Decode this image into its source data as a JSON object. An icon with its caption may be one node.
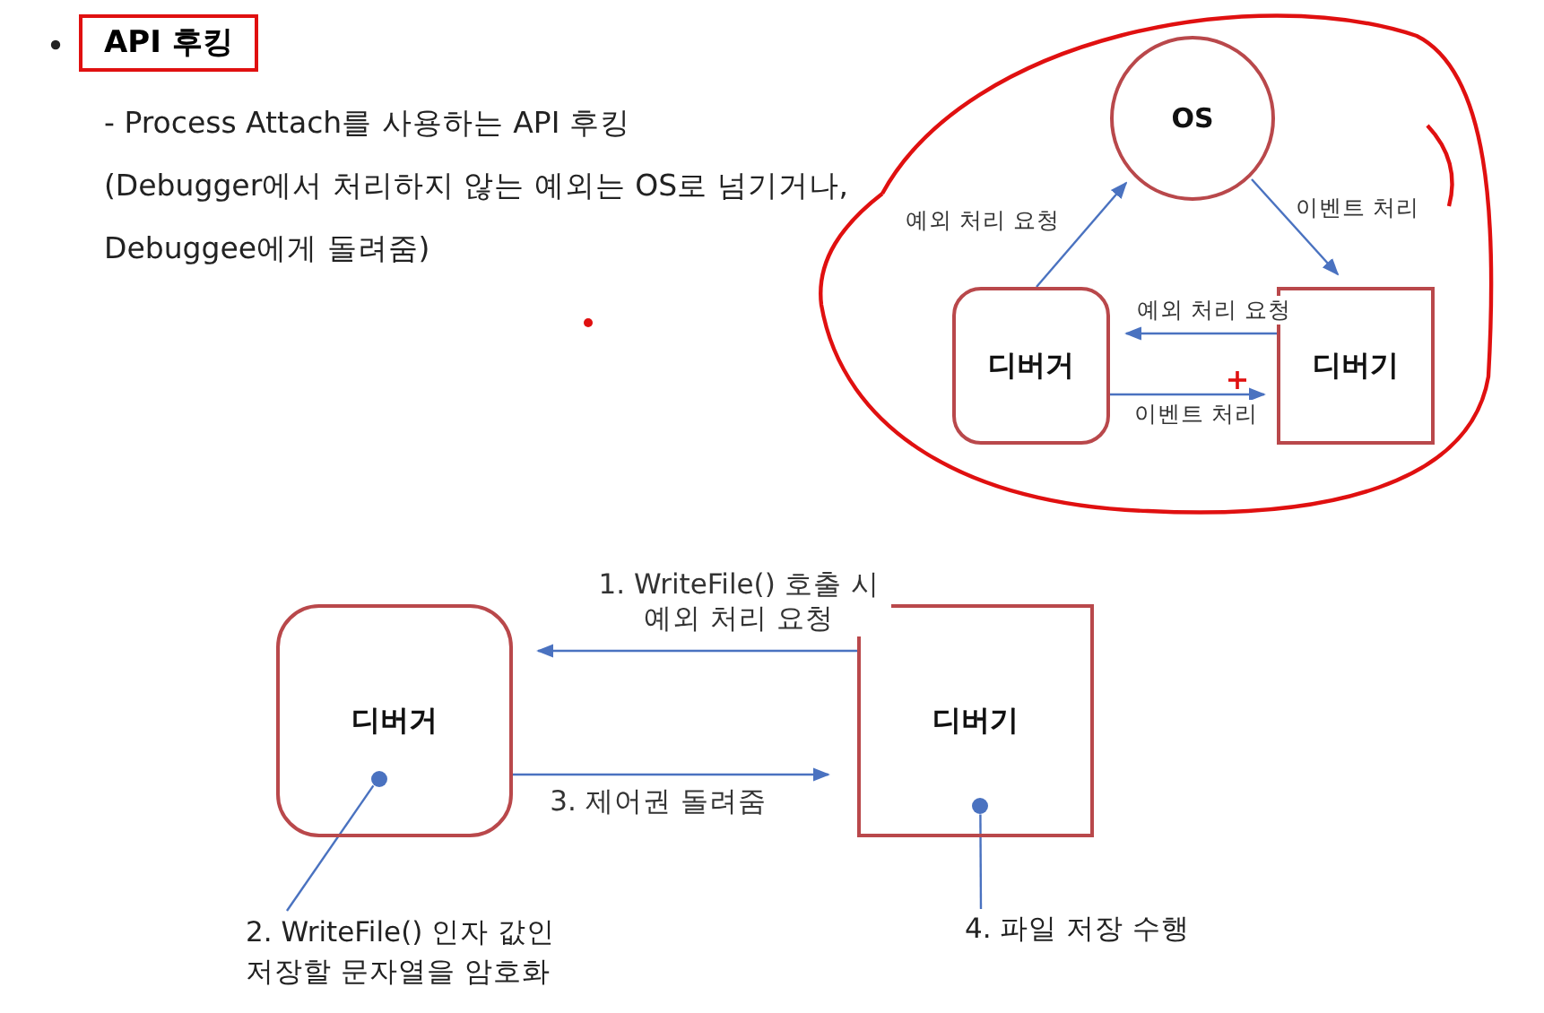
{
  "diagram": {
    "title": "API 후킹",
    "nodes": [
      {
        "text": [
          "OS"
        ]
      },
      {
        "text": [
          "디버거"
        ]
      },
      {
        "text": [
          "디버기"
        ]
      },
      {
        "text": [
          "디버거"
        ]
      },
      {
        "text": [
          "디버기"
        ]
      },
      {
        "text": [],
        "shape": "circle",
        "in": 3
      },
      {
        "text": [],
        "shape": "circle",
        "in": 4
      },
      {
        "text": [
          "2. WriteFile() 인자 값인 저장할 문자열을 암호화"
        ]
      },
      {
        "text": [
          "4. 파일 저장 수행"
        ]
      }
    ],
    "edges": [
      {
        "from": 1,
        "to": 0,
        "arrow": "to",
        "label": "예외 처리 요청"
      },
      {
        "from": 0,
        "to": 2,
        "arrow": "to",
        "label": "이벤트 처리"
      },
      {
        "from": 2,
        "to": 1,
        "arrow": "to",
        "label": "예외 처리 요청"
      },
      {
        "from": 1,
        "to": 2,
        "arrow": "to",
        "label": "이벤트 처리"
      },
      {
        "from": 4,
        "to": 3,
        "arrow": "to",
        "label": "1. WriteFile() 호출 시 예외 처리 요청"
      },
      {
        "from": 3,
        "to": 4,
        "arrow": "to",
        "label": "3. 제어권 돌려줌"
      },
      {
        "from": 7,
        "to": 5,
        "arrow": "none"
      },
      {
        "from": 8,
        "to": 6,
        "arrow": "none"
      }
    ],
    "labels": [
      "- Process Attach를 사용하는 API 후킹",
      "(Debugger에서 처리하지 않는 예외는 OS로 넘기거나,",
      "Debuggee에게 돌려줌)"
    ]
  }
}
